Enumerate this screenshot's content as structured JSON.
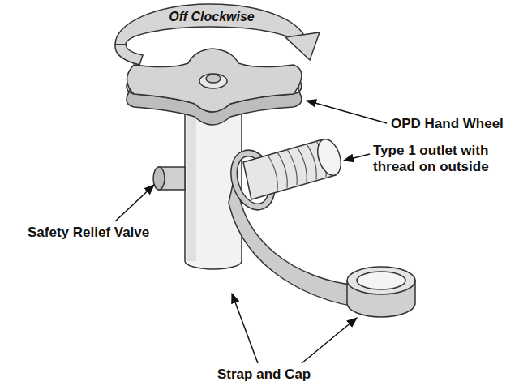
{
  "diagram": {
    "labels": [
      "Off Clockwise",
      "OPD Hand Wheel",
      "Type 1 outlet with thread on outside",
      "Safety Relief Valve",
      "Strap and Cap"
    ]
  }
}
